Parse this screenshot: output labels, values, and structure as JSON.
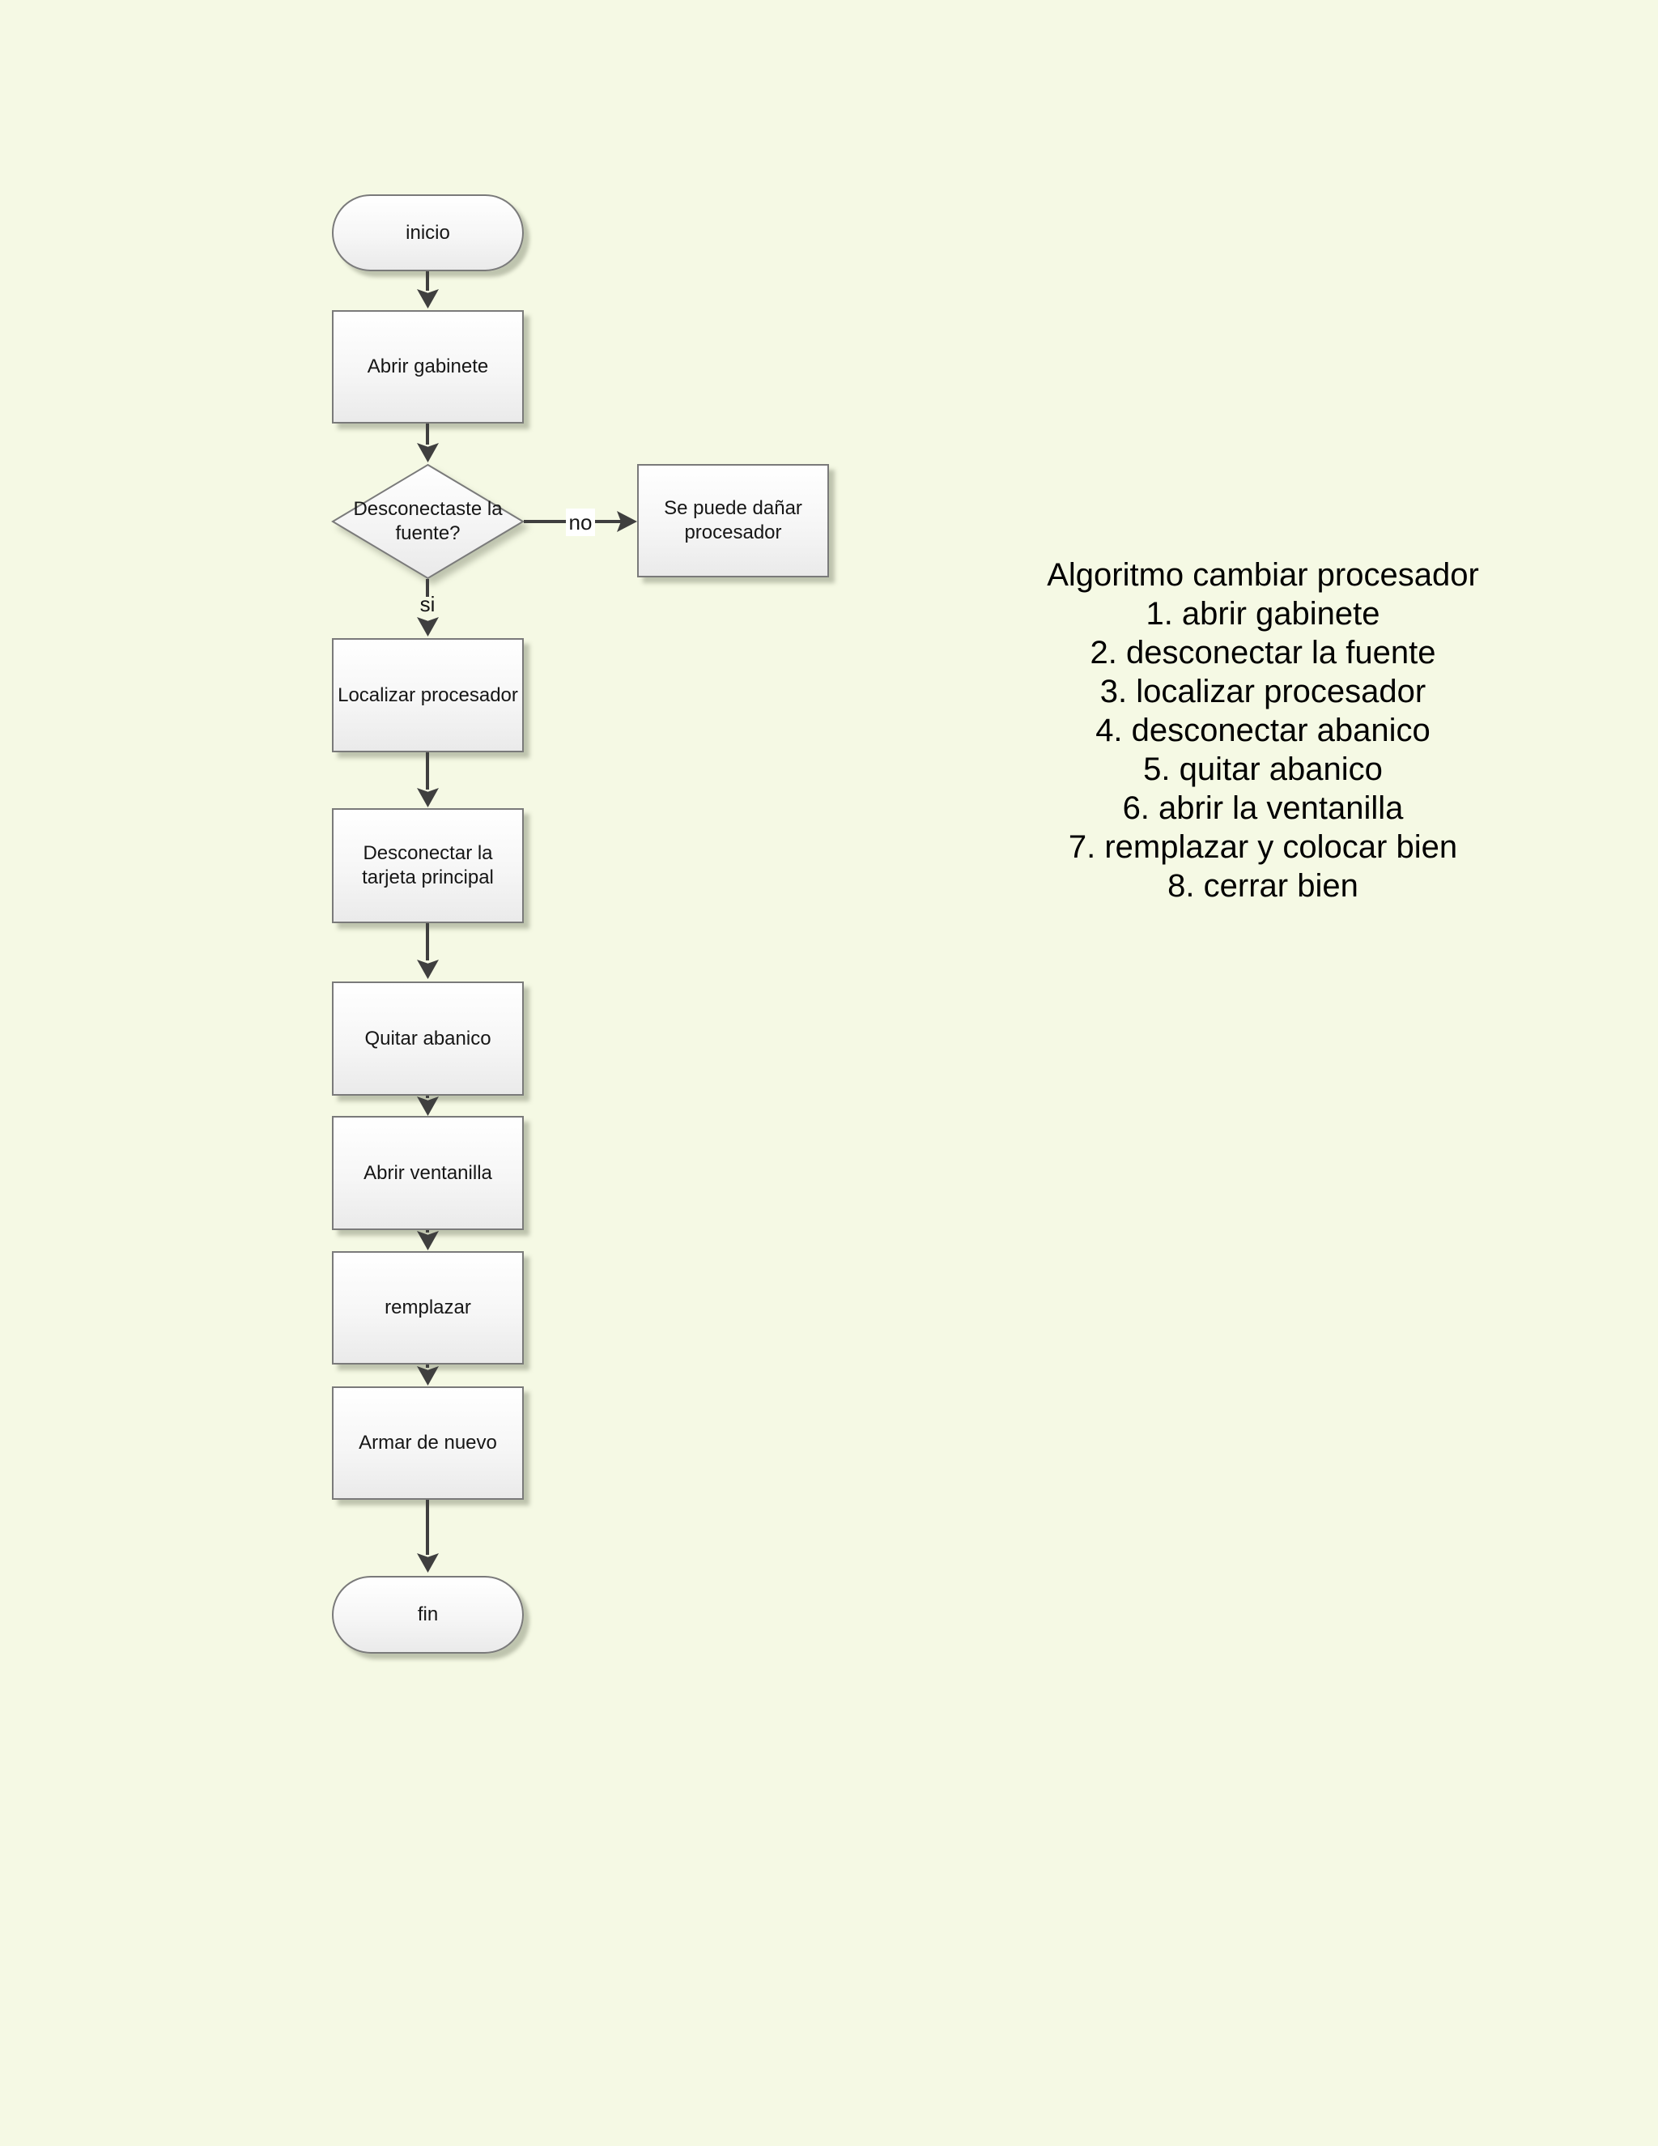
{
  "page": {
    "background_color": "#f5f9e4",
    "line_color": "#3f3f3f",
    "shape_border_color": "#7a7a7a"
  },
  "flowchart": {
    "nodes": {
      "inicio": "inicio",
      "abrir_gabinete": "Abrir gabinete",
      "decision_fuente": "Desconectaste la fuente?",
      "danar_procesador": "Se puede dañar procesador",
      "localizar_procesador": "Localizar procesador",
      "desconectar_tarjeta": "Desconectar la tarjeta principal",
      "quitar_abanico": "Quitar abanico",
      "abrir_ventanilla": "Abrir ventanilla",
      "remplazar": "remplazar",
      "armar_de_nuevo": "Armar de nuevo",
      "fin": "fin"
    },
    "edge_labels": {
      "no": "no",
      "si": "si"
    }
  },
  "algorithm": {
    "title": "Algoritmo cambiar procesador",
    "steps": [
      "1. abrir gabinete",
      "2. desconectar la fuente",
      "3. localizar procesador",
      "4. desconectar abanico",
      "5. quitar abanico",
      "6. abrir la ventanilla",
      "7. remplazar y colocar bien",
      "8. cerrar bien"
    ]
  }
}
